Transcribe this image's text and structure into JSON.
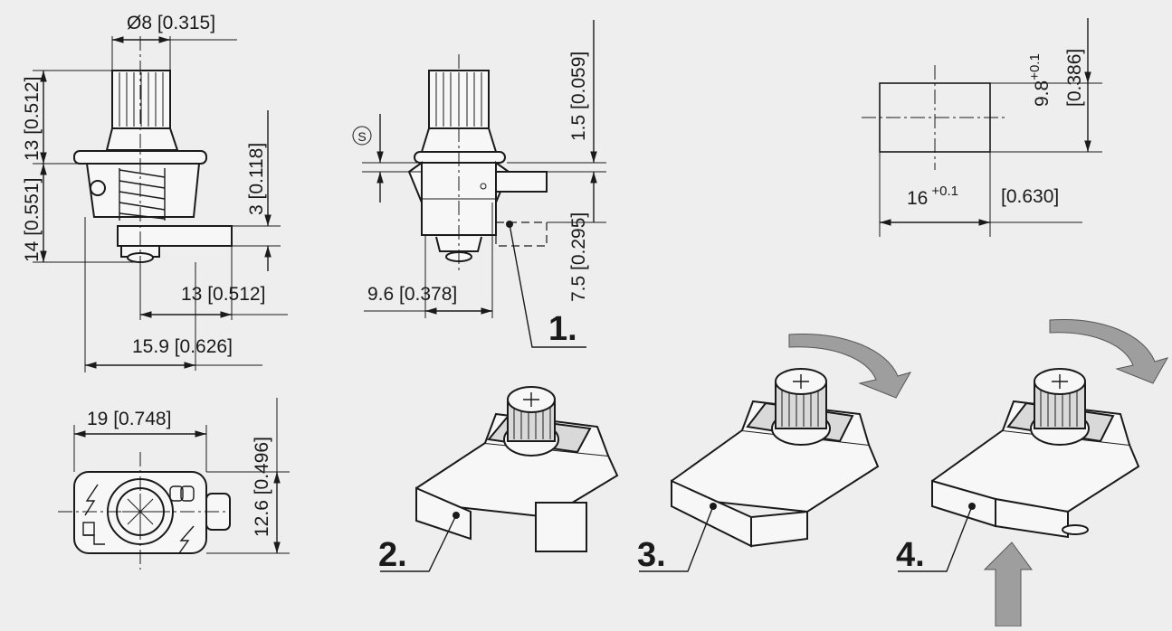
{
  "diagram": {
    "dimensions": {
      "d8": "Ø8 [0.315]",
      "h13": "13 [0.512]",
      "h14": "14 [0.551]",
      "h3": "3 [0.118]",
      "w13": "13 [0.512]",
      "w159": "15.9 [0.626]",
      "s": "S",
      "h15": "1.5 [0.059]",
      "h75": "7.5 [0.295]",
      "w96": "9.6 [0.378]",
      "w19": "19 [0.748]",
      "h126": "12.6 [0.496]",
      "cut_h_value": "9.8",
      "cut_h_tol": "+0.1",
      "cut_h_inch": "[0.386]",
      "cut_w_value": "16",
      "cut_w_tol": "+0.1",
      "cut_w_inch": "[0.630]"
    },
    "steps": [
      "1.",
      "2.",
      "3.",
      "4."
    ],
    "colors": {
      "line": "#1a1a1a",
      "background": "#eeeeee",
      "arrow": "#9e9e9e"
    }
  }
}
